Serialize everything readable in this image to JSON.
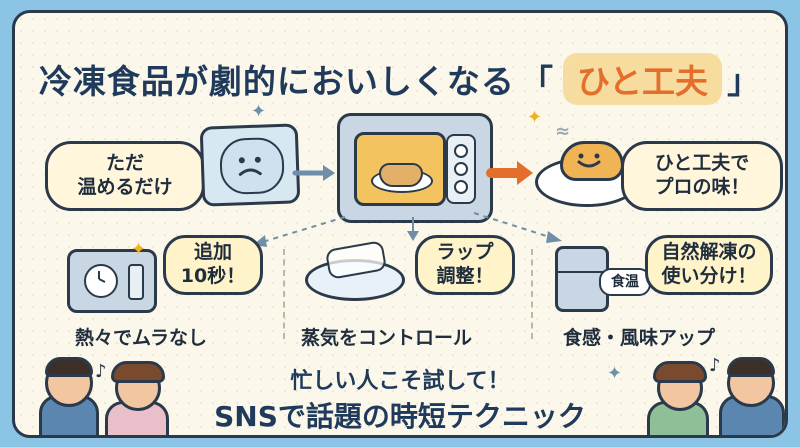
{
  "title": {
    "main": "冷凍食品が劇的においしくなる",
    "bracket_open": "「",
    "highlight": "ひと工夫",
    "bracket_close": "」"
  },
  "bubbles": {
    "left_line1": "ただ",
    "left_line2": "温めるだけ",
    "right_line1": "ひと工夫で",
    "right_line2": "プロの味！",
    "tip1_line1": "追加",
    "tip1_line2": "10秒！",
    "tip2_line1": "ラップ",
    "tip2_line2": "調整！",
    "tip3_line1": "自然解凍の",
    "tip3_line2": "使い分け！"
  },
  "labels": {
    "tip1": "熱々でムラなし",
    "tip2": "蒸気をコントロール",
    "tip3": "食感・風味アップ",
    "temp_badge": "食温"
  },
  "bottom": {
    "line1": "忙しい人こそ試して！",
    "line2": "SNSで話題の時短テクニック"
  },
  "colors": {
    "background": "#8cc4e6",
    "card": "#fbf7ea",
    "title": "#1f3a5a",
    "accent": "#e36f2a",
    "highlight_bg": "#f7dca0"
  },
  "icons": [
    "frozen-package-icon",
    "microwave-icon",
    "plate-food-icon",
    "mini-microwave-icon",
    "wrap-plate-icon",
    "fridge-icon",
    "people-illustration"
  ]
}
